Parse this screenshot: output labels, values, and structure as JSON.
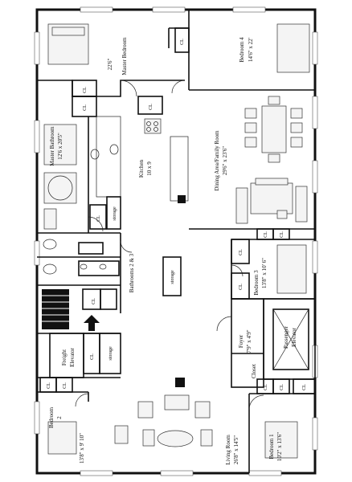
{
  "rooms": {
    "master_bedroom": {
      "name": "Master Bedroom",
      "dim": "22'6\""
    },
    "bedroom4": {
      "name": "Bedroom 4",
      "dim": "14'6\" x 22'"
    },
    "master_bathroom": {
      "name": "Master Bathroom",
      "dim": "12'6 x 20'5\""
    },
    "kitchen": {
      "name": "Kitchen",
      "dim": "10 x 9"
    },
    "dining": {
      "name": "Dining Area/Family Room",
      "dim": "29'6\" x 23'6\""
    },
    "bathrooms23": {
      "name": "Bathrooms 2 & 3"
    },
    "bedroom3": {
      "name": "Bedroom 3",
      "dim": "13'8\" x 10' 6\""
    },
    "freight": {
      "name": "Freight",
      "sub": "Elevator"
    },
    "foyer": {
      "name": "Foyer",
      "dim": "7'9\" x 4'9\""
    },
    "passenger": {
      "name": "Passenger",
      "sub": "Elevator"
    },
    "closet": {
      "name": "Closet"
    },
    "bedroom2": {
      "name": "Bedroom",
      "num": "2",
      "dim": "13'8\" x 9' 10\""
    },
    "living": {
      "name": "Living Room",
      "dim": "26'8\" x 14'5\""
    },
    "bedroom1": {
      "name": "Bedroom 1",
      "dim": "10'2\" x 13'6\""
    }
  },
  "labels": {
    "cl": "CL",
    "storage": "storage"
  }
}
